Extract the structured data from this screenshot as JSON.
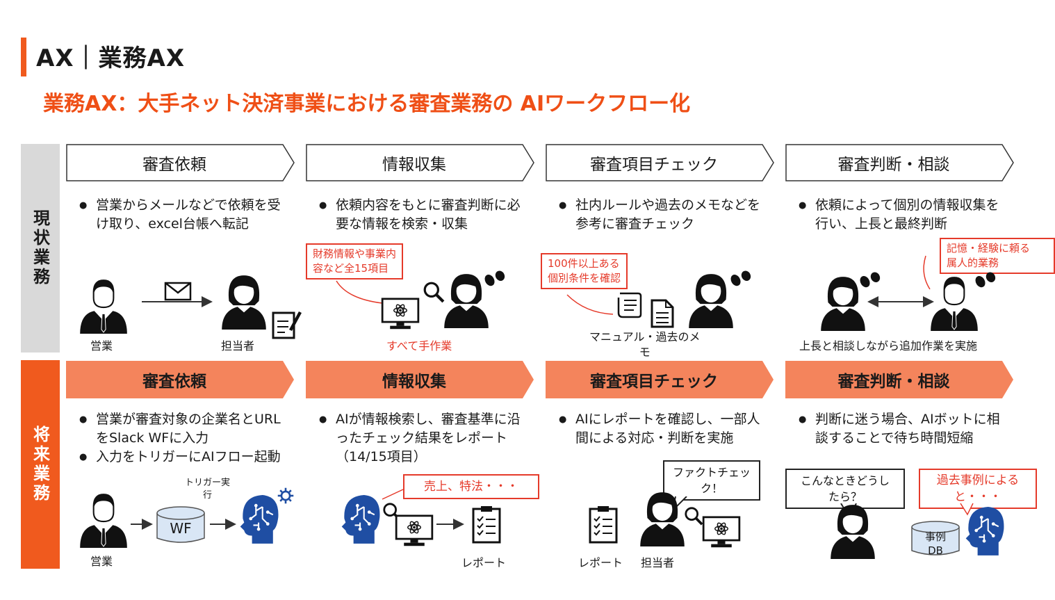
{
  "header": {
    "title": "AX｜業務AX",
    "subtitle": "業務AX：大手ネット決済事業における審査業務の AIワークフロー化"
  },
  "rows": {
    "current_label": "現状業務",
    "future_label": "将来業務"
  },
  "stages": {
    "current": [
      "審査依頼",
      "情報収集",
      "審査項目チェック",
      "審査判断・相談"
    ],
    "future": [
      "審査依頼",
      "情報収集",
      "審査項目チェック",
      "審査判断・相談"
    ]
  },
  "current": {
    "col1": {
      "bullets": [
        "営業からメールなどで依頼を受け取り、excel台帳へ転記"
      ],
      "sales_label": "営業",
      "staff_label": "担当者"
    },
    "col2": {
      "bullets": [
        "依頼内容をもとに審査判断に必要な情報を検索・収集"
      ],
      "callout": [
        "財務情報や事業内",
        "容など全15項目"
      ],
      "manual_caption": "すべて手作業"
    },
    "col3": {
      "bullets": [
        "社内ルールや過去のメモなどを参考に審査チェック"
      ],
      "callout": [
        "100件以上ある",
        "個別条件を確認"
      ],
      "caption": [
        "マニュアル・過去のメ",
        "モ"
      ]
    },
    "col4": {
      "bullets": [
        "依頼によって個別の情報収集を行い、上長と最終判断"
      ],
      "callout": [
        "記憶・経験に頼る",
        "属人的業務"
      ],
      "caption": "上長と相談しながら追加作業を実施"
    }
  },
  "future": {
    "col1": {
      "bullets": [
        "営業が審査対象の企業名とURLをSlack WFに入力",
        "入力をトリガーにAIフロー起動"
      ],
      "trigger_label": [
        "トリガー実",
        "行"
      ],
      "wf_label": "WF",
      "sales_label": "営業"
    },
    "col2": {
      "bullets": [
        "AIが情報検索し、審査基準に沿ったチェック結果をレポート（14/15項目）"
      ],
      "callout": "売上、特法・・・",
      "report_label": "レポート"
    },
    "col3": {
      "bullets": [
        "AIにレポートを確認し、一部人間による対応・判断を実施"
      ],
      "speech": [
        "ファクトチェッ",
        "ク！"
      ],
      "report_label": "レポート",
      "staff_label": "担当者"
    },
    "col4": {
      "bullets": [
        "判断に迷う場合、AIボットに相談することで待ち時間短縮"
      ],
      "speech": [
        "こんなときどうし",
        "たら？"
      ],
      "callout": [
        "過去事例による",
        "と・・・"
      ],
      "db_label": [
        "事例",
        "DB"
      ]
    }
  },
  "colors": {
    "accent": "#f05a1e",
    "callout": "#e53a2a",
    "ai_blue": "#1f4ea3",
    "current_label_bg": "#d9d9d9"
  }
}
